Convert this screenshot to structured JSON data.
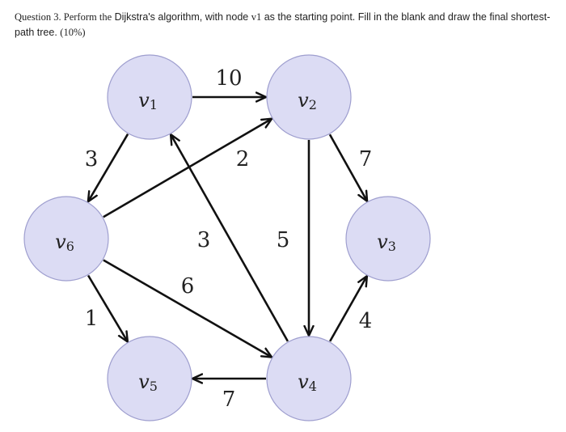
{
  "question": {
    "prefix": "Question 3. Perform the",
    "body": " Dijkstra's algorithm, with node ",
    "start_node": "v1",
    "body2": " as the starting point. Fill in the blank and draw the final shortest-path tree. ",
    "weight": "(10%)"
  },
  "graph": {
    "nodes": [
      {
        "id": "v1",
        "letter": "v",
        "index": "1"
      },
      {
        "id": "v2",
        "letter": "v",
        "index": "2"
      },
      {
        "id": "v3",
        "letter": "v",
        "index": "3"
      },
      {
        "id": "v4",
        "letter": "v",
        "index": "4"
      },
      {
        "id": "v5",
        "letter": "v",
        "index": "5"
      },
      {
        "id": "v6",
        "letter": "v",
        "index": "6"
      }
    ],
    "edges": [
      {
        "from": "v1",
        "to": "v2",
        "weight": "10"
      },
      {
        "from": "v1",
        "to": "v6",
        "weight": "3"
      },
      {
        "from": "v6",
        "to": "v2",
        "weight": "2"
      },
      {
        "from": "v4",
        "to": "v1",
        "weight": "3"
      },
      {
        "from": "v2",
        "to": "v3",
        "weight": "7"
      },
      {
        "from": "v2",
        "to": "v4",
        "weight": "5"
      },
      {
        "from": "v6",
        "to": "v4",
        "weight": "6"
      },
      {
        "from": "v6",
        "to": "v5",
        "weight": "1"
      },
      {
        "from": "v4",
        "to": "v5",
        "weight": "7"
      },
      {
        "from": "v4",
        "to": "v3",
        "weight": "4"
      }
    ],
    "node_fill": "#dcdcf4",
    "node_stroke": "#9f9fcf",
    "edge_color": "#111111"
  }
}
